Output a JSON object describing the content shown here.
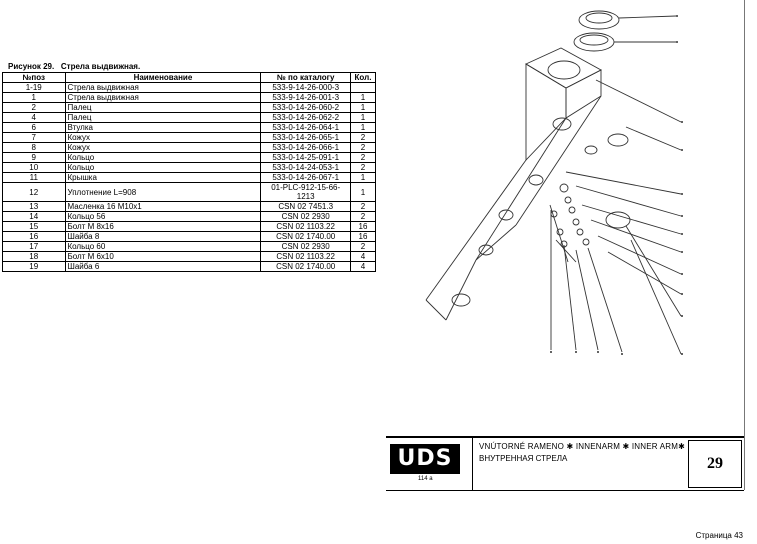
{
  "caption": "Рисунок 29.   Стрела выдвижная.",
  "table": {
    "headers": [
      "№поз",
      "Наименование",
      "№ по каталогу",
      "Кол."
    ],
    "rows": [
      [
        "1-19",
        "Стрела выдвижная",
        "533-9-14-26-000-3",
        ""
      ],
      [
        "1",
        "Стрела выдвижная",
        "533-9-14-26-001-3",
        "1"
      ],
      [
        "2",
        "Палец",
        "533-0-14-26-060-2",
        "1"
      ],
      [
        "4",
        "Палец",
        "533-0-14-26-062-2",
        "1"
      ],
      [
        "6",
        "Втулка",
        "533-0-14-26-064-1",
        "1"
      ],
      [
        "7",
        "Кожух",
        "533-0-14-26-065-1",
        "2"
      ],
      [
        "8",
        "Кожух",
        "533-0-14-26-066-1",
        "2"
      ],
      [
        "9",
        "Кольцо",
        "533-0-14-25-091-1",
        "2"
      ],
      [
        "10",
        "Кольцо",
        "533-0-14-24-053-1",
        "2"
      ],
      [
        "11",
        "Крышка",
        "533-0-14-26-067-1",
        "1"
      ],
      [
        "12",
        "Уплотнение L=908",
        "01-PLC-912-15-66-1213",
        "1"
      ],
      [
        "13",
        "Масленка 16 M10x1",
        "CSN 02 7451.3",
        "2"
      ],
      [
        "14",
        "Кольцо 56",
        "CSN 02 2930",
        "2"
      ],
      [
        "15",
        "Болт M 8x16",
        "CSN 02 1103.22",
        "16"
      ],
      [
        "16",
        "Шайба 8",
        "CSN 02 1740.00",
        "16"
      ],
      [
        "17",
        "Кольцо 60",
        "CSN 02 2930",
        "2"
      ],
      [
        "18",
        "Болт M 6x10",
        "CSN 02 1103.22",
        "4"
      ],
      [
        "19",
        "Шайба 6",
        "CSN 02 1740.00",
        "4"
      ]
    ]
  },
  "banner": {
    "logo": "UDS",
    "code": "114 a",
    "title_main": "VNÚTORNÉ RAMENO ✱ INNENARM ✱ INNER ARM✱",
    "title_sub": "ВНУТРЕННАЯ СТРЕЛА",
    "figure_number": "29"
  },
  "footer": {
    "page_label": "Страница 43"
  },
  "colors": {
    "ink": "#000000",
    "drawing_line": "#333333"
  }
}
